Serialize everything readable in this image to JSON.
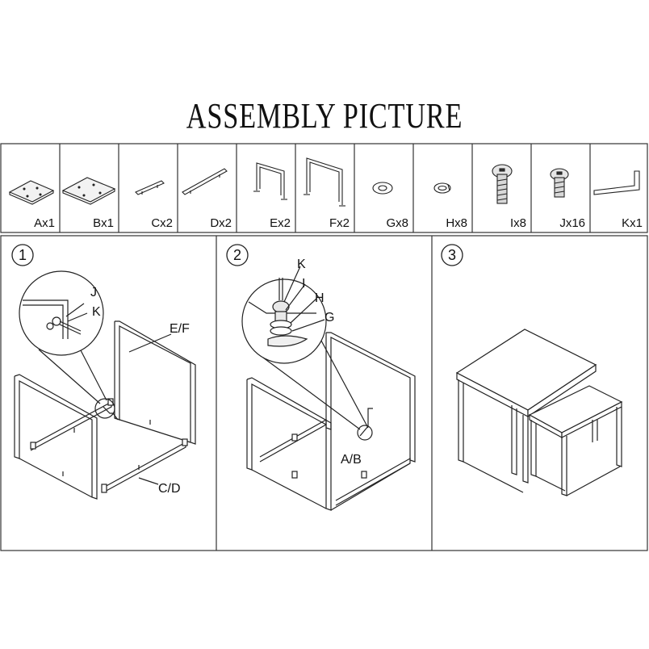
{
  "title": "ASSEMBLY PICTURE",
  "parts": [
    {
      "label": "Ax1",
      "icon": "small-board-icon"
    },
    {
      "label": "Bx1",
      "icon": "large-board-icon"
    },
    {
      "label": "Cx2",
      "icon": "short-rail-icon"
    },
    {
      "label": "Dx2",
      "icon": "long-rail-icon"
    },
    {
      "label": "Ex2",
      "icon": "small-frame-icon"
    },
    {
      "label": "Fx2",
      "icon": "large-frame-icon"
    },
    {
      "label": "Gx8",
      "icon": "flat-washer-icon"
    },
    {
      "label": "Hx8",
      "icon": "spring-washer-icon"
    },
    {
      "label": "Ix8",
      "icon": "long-bolt-icon"
    },
    {
      "label": "Jx16",
      "icon": "short-bolt-icon"
    },
    {
      "label": "Kx1",
      "icon": "allen-key-icon"
    }
  ],
  "steps": [
    {
      "number": "1",
      "callouts": {
        "j": "J",
        "k": "K",
        "ef": "E/F",
        "cd": "C/D"
      }
    },
    {
      "number": "2",
      "callouts": {
        "k": "K",
        "i": "I",
        "h": "H",
        "g": "G",
        "ab": "A/B"
      }
    },
    {
      "number": "3"
    }
  ]
}
